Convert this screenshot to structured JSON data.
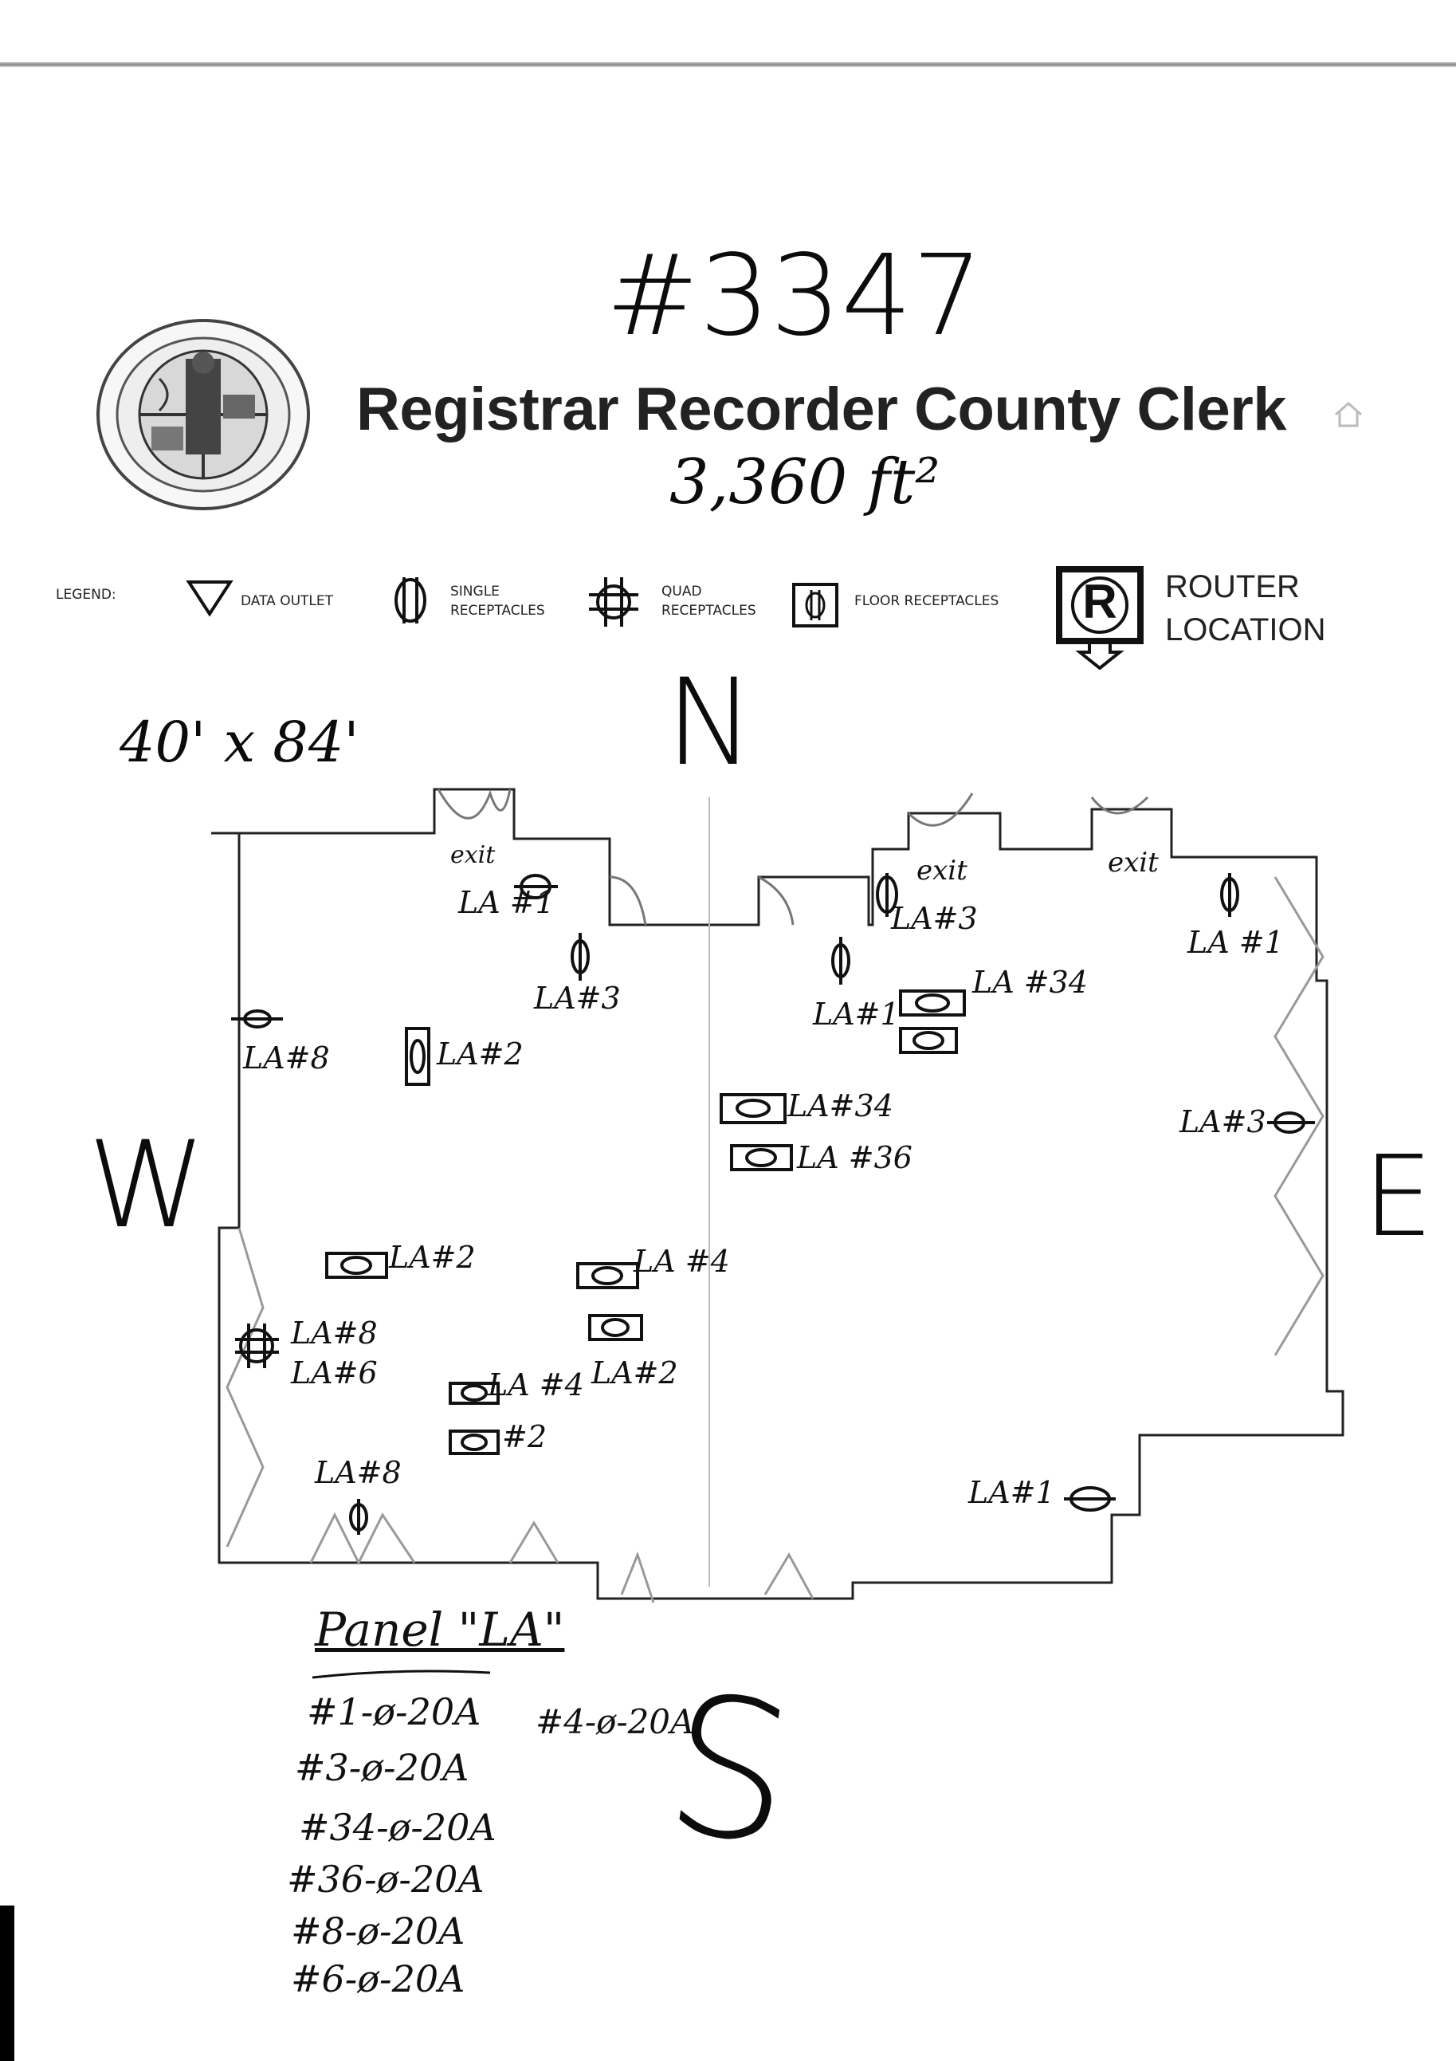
{
  "handwritten": {
    "store_number": "#3347",
    "area": "3,360 ft²",
    "dimensions": "40' x 84'",
    "compass_n": "N",
    "compass_w": "W",
    "compass_e": "E",
    "exit": "exit"
  },
  "header": {
    "title": "Registrar Recorder County Clerk"
  },
  "legend": {
    "label": "LEGEND:",
    "data_outlet": "DATA OUTLET",
    "single_line1": "SINGLE",
    "single_line2": "RECEPTACLES",
    "quad_line1": "QUAD",
    "quad_line2": "RECEPTACLES",
    "floor": "FLOOR RECEPTACLES",
    "router_letter": "R",
    "router_line1": "ROUTER",
    "router_line2": "LOCATION"
  },
  "annotations": {
    "la1_a": "LA #1",
    "la3_a": "LA#3",
    "la8_a": "LA#8",
    "la2_a": "LA#2",
    "la3_b": "LA#3",
    "la1_b": "LA#1",
    "la34_a": "LA #34",
    "la34_b": "LA#34",
    "la36": "LA #36",
    "la1_c": "LA #1",
    "la3_c": "LA#3",
    "la2_b": "LA#2",
    "la4_a": "LA #4",
    "la2_c": "LA#2",
    "la8_b": "LA#8",
    "la6": "LA#6",
    "la4_b": "LA #4",
    "la2_d": "#2",
    "la8_c": "LA#8",
    "la1_d": "LA#1"
  },
  "panel": {
    "heading": "Panel \"LA\"",
    "circuits": [
      "#1-ø-20A",
      "#3-ø-20A",
      "#34-ø-20A",
      "#36-ø-20A",
      "#8-ø-20A",
      "#6-ø-20A"
    ],
    "circuit_extra": "#4-ø-20A"
  },
  "compass_s": "S"
}
